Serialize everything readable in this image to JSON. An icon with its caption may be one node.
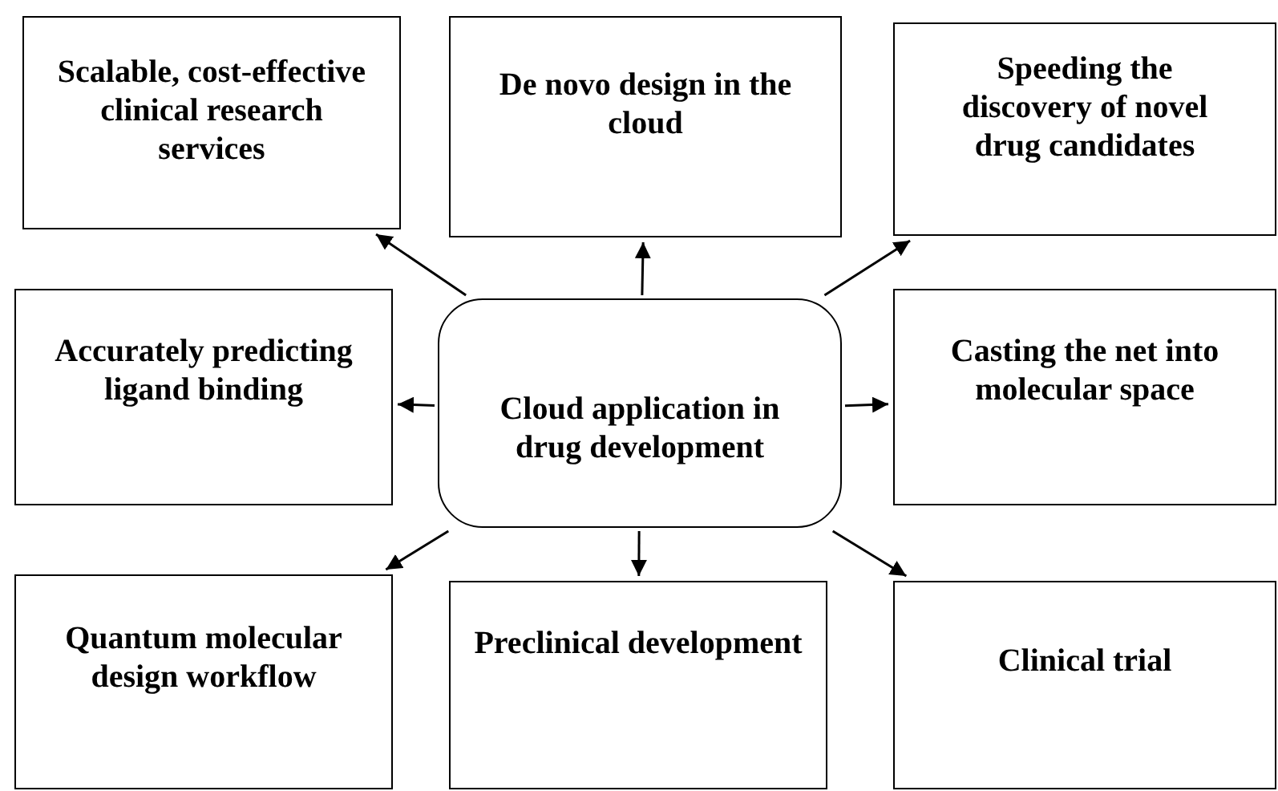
{
  "diagram": {
    "nodes": [
      {
        "text": [
          "Scalable, cost-effective clinical research services"
        ]
      },
      {
        "text": [
          "De novo design in the cloud"
        ]
      },
      {
        "text": [
          "Speeding the discovery of novel drug candidates"
        ]
      },
      {
        "text": [
          "Accurately predicting ligand binding"
        ]
      },
      {
        "text": [
          "Cloud application in drug development"
        ]
      },
      {
        "text": [
          "Casting the net into molecular space"
        ]
      },
      {
        "text": [
          "Quantum molecular design workflow"
        ]
      },
      {
        "text": [
          "Preclinical development"
        ]
      },
      {
        "text": [
          "Clinical trial"
        ]
      }
    ],
    "edges": [
      {
        "from": 4,
        "to": 0,
        "arrow": "to"
      },
      {
        "from": 4,
        "to": 1,
        "arrow": "to"
      },
      {
        "from": 4,
        "to": 2,
        "arrow": "to"
      },
      {
        "from": 4,
        "to": 3,
        "arrow": "to"
      },
      {
        "from": 4,
        "to": 5,
        "arrow": "to"
      },
      {
        "from": 4,
        "to": 6,
        "arrow": "to"
      },
      {
        "from": 4,
        "to": 7,
        "arrow": "to"
      },
      {
        "from": 4,
        "to": 8,
        "arrow": "to"
      }
    ]
  }
}
